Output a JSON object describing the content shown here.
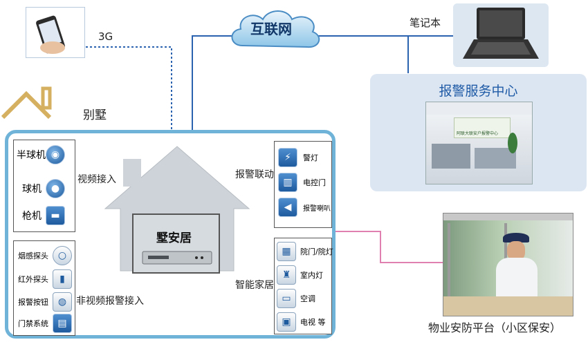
{
  "internet": {
    "label": "互联网"
  },
  "mobile": {
    "link_label": "3G"
  },
  "laptop": {
    "label": "笔记本"
  },
  "alarm_center": {
    "title": "报警服务中心",
    "sign_text": "阿联大联安户报警中心"
  },
  "villa": {
    "label": "别墅"
  },
  "hub": {
    "label": "墅安居"
  },
  "video_input": {
    "title": "视频接入",
    "items": [
      {
        "label": "半球机",
        "icon": "dome-camera-icon"
      },
      {
        "label": "球机",
        "icon": "ball-camera-icon"
      },
      {
        "label": "枪机",
        "icon": "bullet-camera-icon"
      }
    ]
  },
  "nonvideo_input": {
    "title": "非视频报警接入",
    "items": [
      {
        "label": "烟感探头",
        "icon": "smoke-detector-icon"
      },
      {
        "label": "红外探头",
        "icon": "infrared-detector-icon"
      },
      {
        "label": "报警按钮",
        "icon": "alarm-button-icon"
      },
      {
        "label": "门禁系统",
        "icon": "access-control-icon"
      }
    ]
  },
  "alarm_linkage": {
    "title": "报警联动",
    "items": [
      {
        "label": "警灯",
        "icon": "warning-light-icon"
      },
      {
        "label": "电控门",
        "icon": "electric-door-icon"
      },
      {
        "label": "报警喇叭",
        "icon": "alarm-speaker-icon"
      }
    ]
  },
  "smart_home": {
    "title": "智能家居",
    "items": [
      {
        "label": "院门/院灯",
        "icon": "yard-gate-light-icon"
      },
      {
        "label": "室内灯",
        "icon": "indoor-lamp-icon"
      },
      {
        "label": "空调",
        "icon": "air-conditioner-icon"
      },
      {
        "label": "电视 等",
        "icon": "tv-icon"
      }
    ]
  },
  "property": {
    "label": "物业安防平台（小区保安）"
  },
  "colors": {
    "wire_blue": "#2a62b0",
    "wire_red": "#d8263a",
    "wire_pink": "#e080b0",
    "wire_navy": "#2c2c8c",
    "frame": "#6fb3d8"
  }
}
